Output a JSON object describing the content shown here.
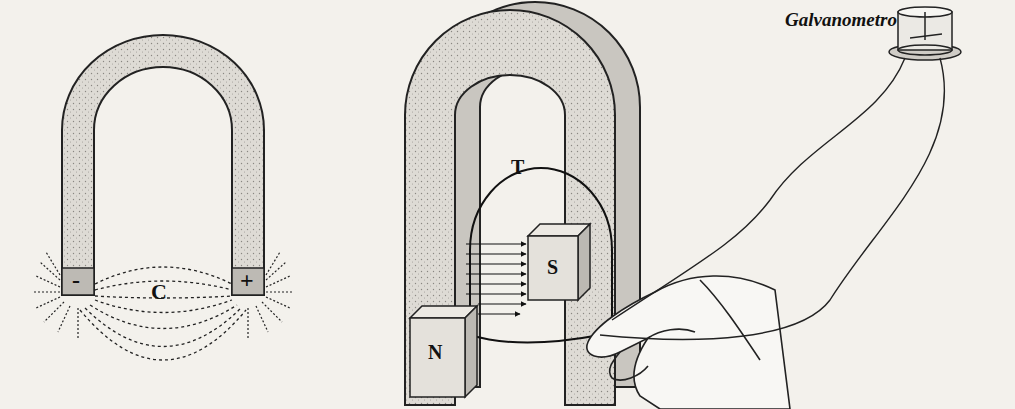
{
  "diagram": {
    "labels": [
      "-",
      "+",
      "C",
      "T",
      "N",
      "S",
      "Galvanometro"
    ]
  }
}
